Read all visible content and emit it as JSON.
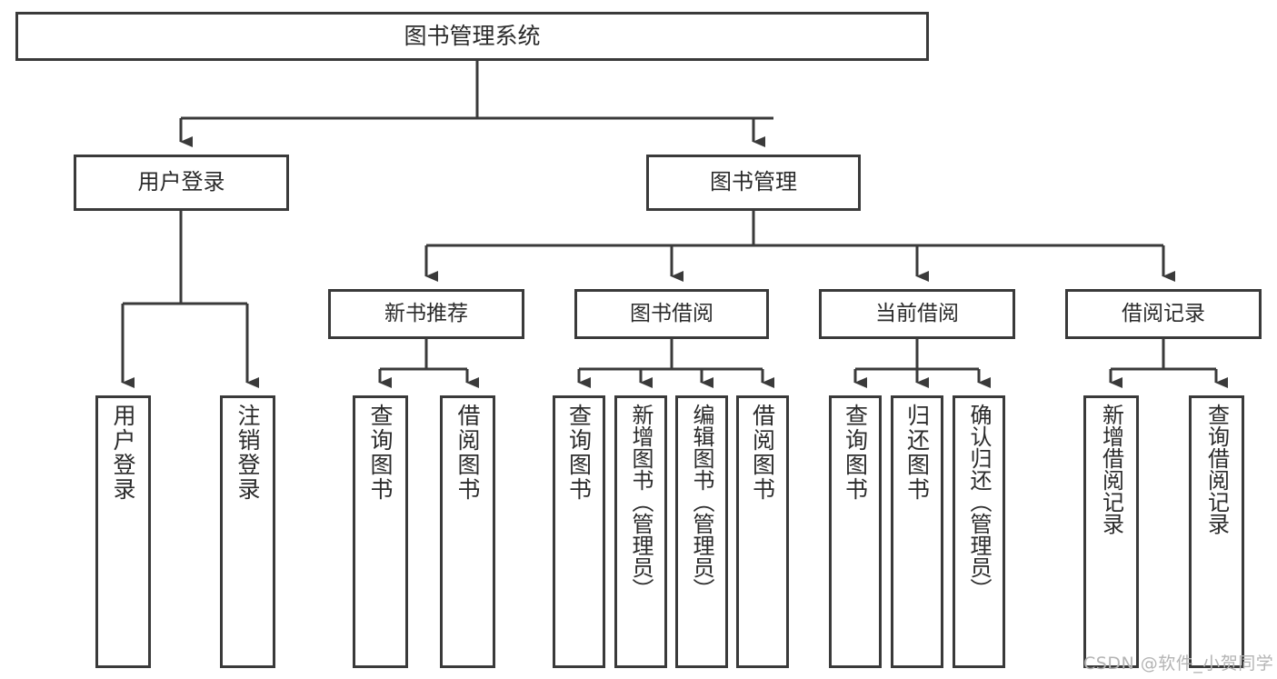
{
  "diagram": {
    "title": "图书管理系统",
    "type": "tree-hierarchy-chart",
    "watermark": "CSDN @软件_小贺同学",
    "colors": {
      "border": "#3a3a3a",
      "text": "#2b2b2b",
      "background": "#ffffff",
      "watermark": "#b4b4b4"
    },
    "nodes": {
      "root": {
        "label": "图书管理系统"
      },
      "level1": [
        {
          "id": "user-login",
          "label": "用户登录"
        },
        {
          "id": "book-manage",
          "label": "图书管理"
        }
      ],
      "level2": [
        {
          "id": "new-book-recommend",
          "label": "新书推荐"
        },
        {
          "id": "book-borrow",
          "label": "图书借阅"
        },
        {
          "id": "current-borrow",
          "label": "当前借阅"
        },
        {
          "id": "borrow-record",
          "label": "借阅记录"
        }
      ],
      "leaves": {
        "user-login": [
          {
            "id": "leaf-user-login",
            "label": "用户登录"
          },
          {
            "id": "leaf-user-logout",
            "label": "注销登录"
          }
        ],
        "new-book-recommend": [
          {
            "id": "leaf-query-book-1",
            "label": "查询图书"
          },
          {
            "id": "leaf-borrow-book-1",
            "label": "借阅图书"
          }
        ],
        "book-borrow": [
          {
            "id": "leaf-query-book-2",
            "label": "查询图书"
          },
          {
            "id": "leaf-add-book",
            "label": "新增图书（管理员）"
          },
          {
            "id": "leaf-edit-book",
            "label": "编辑图书（管理员）"
          },
          {
            "id": "leaf-borrow-book-2",
            "label": "借阅图书"
          }
        ],
        "current-borrow": [
          {
            "id": "leaf-query-book-3",
            "label": "查询图书"
          },
          {
            "id": "leaf-return-book",
            "label": "归还图书"
          },
          {
            "id": "leaf-confirm-return",
            "label": "确认归还（管理员）"
          }
        ],
        "borrow-record": [
          {
            "id": "leaf-add-record",
            "label": "新增借阅记录"
          },
          {
            "id": "leaf-query-record",
            "label": "查询借阅记录"
          }
        ]
      }
    }
  }
}
